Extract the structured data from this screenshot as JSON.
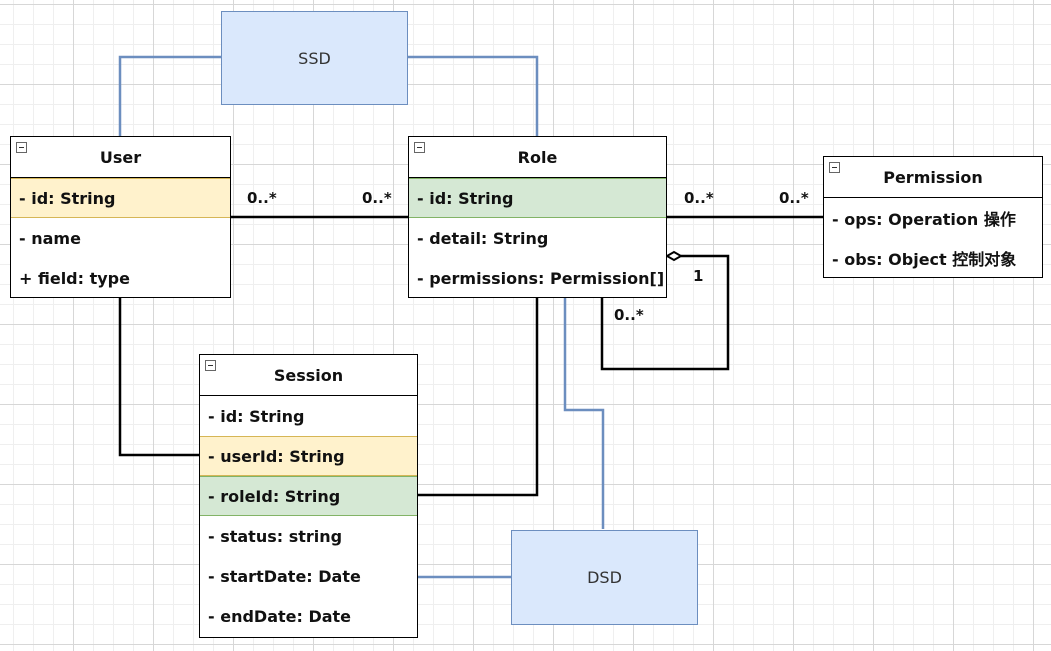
{
  "user": {
    "title": "User",
    "fields": [
      {
        "text": "- id: String",
        "style": "yellow"
      },
      {
        "text": "- name",
        "style": ""
      },
      {
        "text": "+ field: type",
        "style": ""
      }
    ]
  },
  "role": {
    "title": "Role",
    "fields": [
      {
        "text": "- id: String",
        "style": "green"
      },
      {
        "text": "- detail: String",
        "style": ""
      },
      {
        "text": "- permissions: Permission[]",
        "style": ""
      }
    ]
  },
  "permission": {
    "title": "Permission",
    "fields": [
      {
        "text": "- ops: Operation 操作",
        "style": ""
      },
      {
        "text": "- obs: Object 控制对象",
        "style": ""
      }
    ]
  },
  "session": {
    "title": "Session",
    "fields": [
      {
        "text": "- id: String",
        "style": ""
      },
      {
        "text": "- userId: String",
        "style": "yellow"
      },
      {
        "text": "- roleId: String",
        "style": "green"
      },
      {
        "text": "- status: string",
        "style": ""
      },
      {
        "text": "- startDate: Date",
        "style": ""
      },
      {
        "text": "- endDate: Date",
        "style": ""
      }
    ]
  },
  "ssd": {
    "label": "SSD"
  },
  "dsd": {
    "label": "DSD"
  },
  "multiplicities": {
    "user_role_left": "0..*",
    "user_role_right": "0..*",
    "role_perm_left": "0..*",
    "role_perm_right": "0..*",
    "self_one": "1",
    "self_many": "0..*"
  },
  "colors": {
    "highlight_yellow": "#fff2cc",
    "highlight_green": "#d5e8d4",
    "constraint_fill": "#dae8fc",
    "constraint_stroke": "#6c8ebf"
  }
}
